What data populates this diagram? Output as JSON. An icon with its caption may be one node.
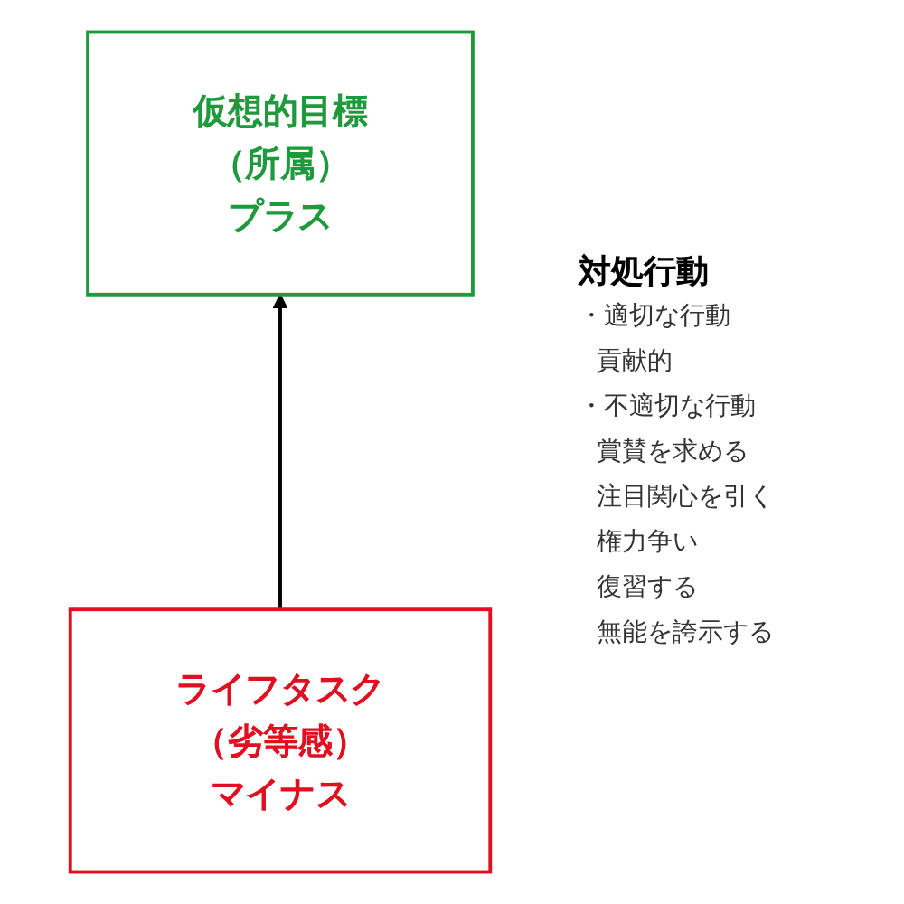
{
  "diagram": {
    "nodes": [
      {
        "text": [
          "仮想的目標",
          "（所属）",
          "プラス"
        ]
      },
      {
        "text": [
          "ライフタスク",
          "（劣等感）",
          "マイナス"
        ]
      }
    ],
    "edges": [
      {
        "from": 1,
        "to": 0,
        "arrow": "to"
      }
    ],
    "labels": [
      "対処行動",
      "・適切な行動",
      "貢献的",
      "・不適切な行動",
      "賞賛を求める",
      "注目関心を引く",
      "権力争い",
      "復習する",
      "無能を誇示する"
    ]
  }
}
